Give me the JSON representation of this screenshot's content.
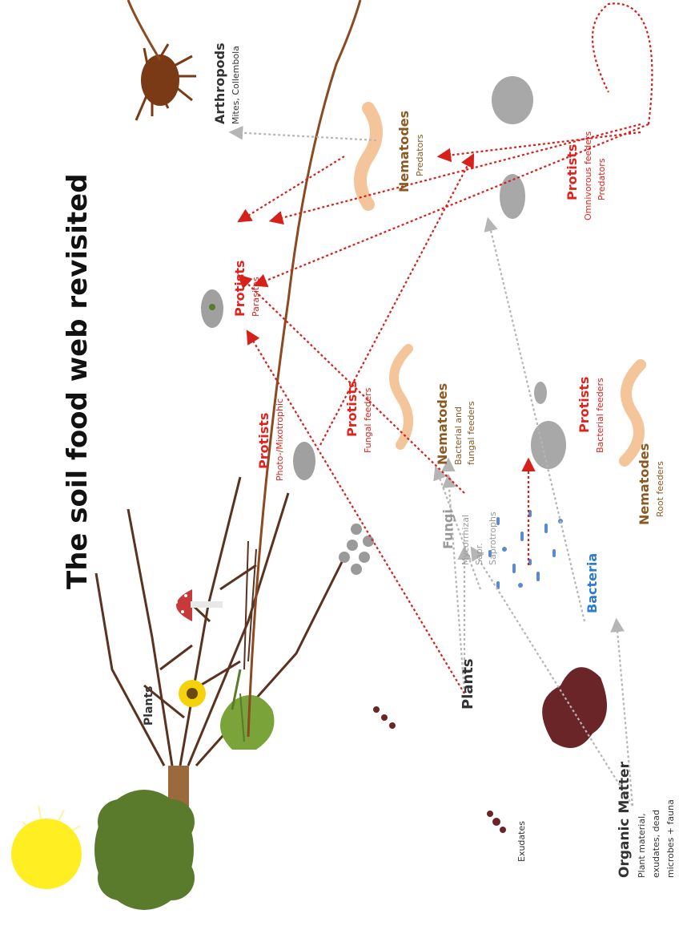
{
  "title": "The soil food web revisited",
  "labels": {
    "plants_top": "Plants",
    "plants": "Plants",
    "exudates": "Exudates",
    "organic_matter": "Organic Matter",
    "organic_matter_sub1": "Plant material,",
    "organic_matter_sub2": "exudates, dead",
    "organic_matter_sub3": "microbes + fauna",
    "fungi": "Fungi",
    "fungi_sub1": "Mycorrhizal",
    "fungi_sub2": "Sapr.",
    "fungi_sub3": "Saprotrophs",
    "bacteria": "Bacteria",
    "nematodes_root": "Nematodes",
    "nematodes_root_sub": "Root feeders",
    "nematodes_bf": "Nematodes",
    "nematodes_bf_sub1": "Bacterial and",
    "nematodes_bf_sub2": "fungal feeders",
    "nematodes_pred": "Nematodes",
    "nematodes_pred_sub": "Predators",
    "protists_photo": "Protists",
    "protists_photo_sub": "Photo-/Mixotrophic",
    "protists_fungal": "Protists",
    "protists_fungal_sub": "Fungal feeders",
    "protists_bact": "Protists",
    "protists_bact_sub": "Bacterial feeders",
    "protists_parasite": "Protists",
    "protists_parasite_sub": "Parasites",
    "protists_omni": "Protists",
    "protists_omni_sub1": "Omnivorous feeders",
    "protists_omni_sub2": "Predators",
    "arthropods": "Arthropods",
    "arthropods_sub": "Mites, Collembola"
  },
  "colors": {
    "red_arrow": "#d6201a",
    "gray_arrow": "#b5b5b5",
    "nematode": "#f4c49a",
    "root_brown": "#6b3a22",
    "tree_crown": "#5a7a2c",
    "sun": "#ffee22"
  },
  "icons": [
    "sun-icon",
    "tree-icon",
    "shrub-icon",
    "flower-icon",
    "mushroom-icon",
    "spider-mite-icon",
    "nematode-icon",
    "protist-icon",
    "bacteria-icon",
    "fungi-icon",
    "organic-matter-icon"
  ]
}
